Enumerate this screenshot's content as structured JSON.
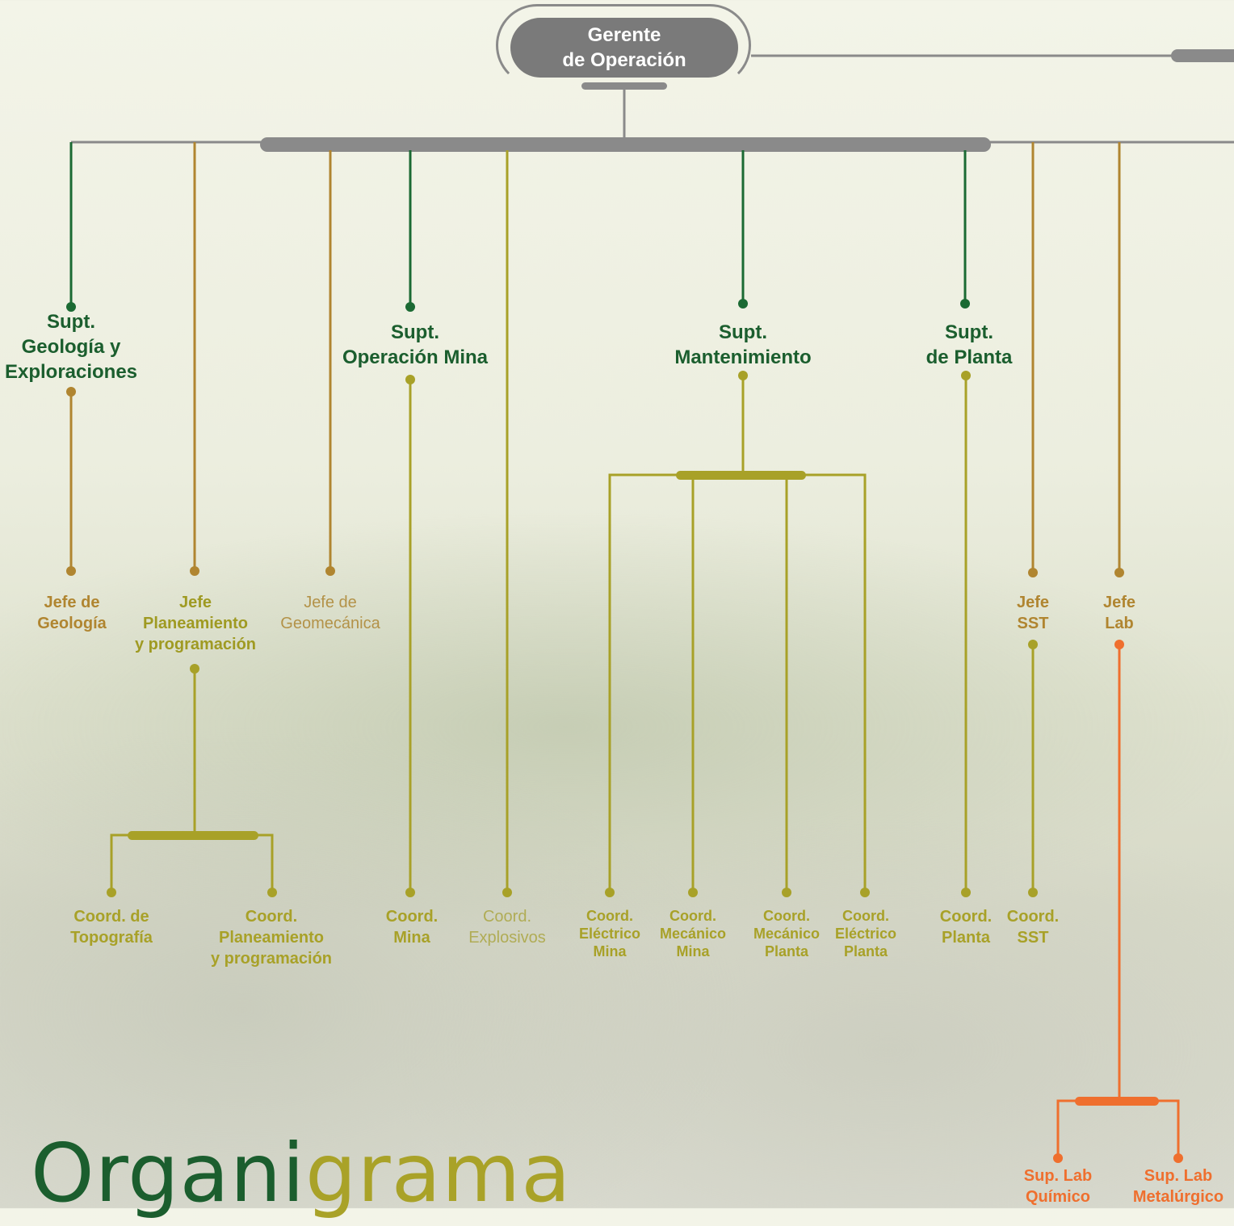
{
  "title": {
    "part1": "Organi",
    "part2": "grama"
  },
  "colors": {
    "green": "#1b5e2e",
    "gold": "#b08530",
    "olive": "#a8a128",
    "orange": "#ef6f2e",
    "gray": "#7a7a7a"
  },
  "nodes": {
    "gerente": {
      "line1": "Gerente",
      "line2": "de Operación"
    },
    "geologia": {
      "line1": "Supt.",
      "line2": "Geología y",
      "line3": "Exploraciones"
    },
    "operacion": {
      "line1": "Supt.",
      "line2": "Operación Mina"
    },
    "mantenimiento": {
      "line1": "Supt.",
      "line2": "Mantenimiento"
    },
    "planta": {
      "line1": "Supt.",
      "line2": "de Planta"
    },
    "jefe_geologia": {
      "line1": "Jefe de",
      "line2": "Geología"
    },
    "jefe_planeamiento": {
      "line1": "Jefe",
      "line2": "Planeamiento",
      "line3": "y programación"
    },
    "jefe_geomecanica": {
      "line1": "Jefe de",
      "line2": "Geomecánica"
    },
    "jefe_sst": {
      "line1": "Jefe",
      "line2": "SST"
    },
    "jefe_lab": {
      "line1": "Jefe",
      "line2": "Lab"
    },
    "coord_topografia": {
      "line1": "Coord. de",
      "line2": "Topografía"
    },
    "coord_planeamiento": {
      "line1": "Coord.",
      "line2": "Planeamiento",
      "line3": "y programación"
    },
    "coord_mina": {
      "line1": "Coord.",
      "line2": "Mina"
    },
    "coord_explosivos": {
      "line1": "Coord.",
      "line2": "Explosivos"
    },
    "coord_electrico_mina": {
      "line1": "Coord.",
      "line2": "Eléctrico",
      "line3": "Mina"
    },
    "coord_mecanico_mina": {
      "line1": "Coord.",
      "line2": "Mecánico",
      "line3": "Mina"
    },
    "coord_mecanico_planta": {
      "line1": "Coord.",
      "line2": "Mecánico",
      "line3": "Planta"
    },
    "coord_electrico_planta": {
      "line1": "Coord.",
      "line2": "Eléctrico",
      "line3": "Planta"
    },
    "coord_planta": {
      "line1": "Coord.",
      "line2": "Planta"
    },
    "coord_sst": {
      "line1": "Coord.",
      "line2": "SST"
    },
    "sup_lab_quimico": {
      "line1": "Sup. Lab",
      "line2": "Químico"
    },
    "sup_lab_metalurgico": {
      "line1": "Sup. Lab",
      "line2": "Metalúrgico"
    }
  }
}
